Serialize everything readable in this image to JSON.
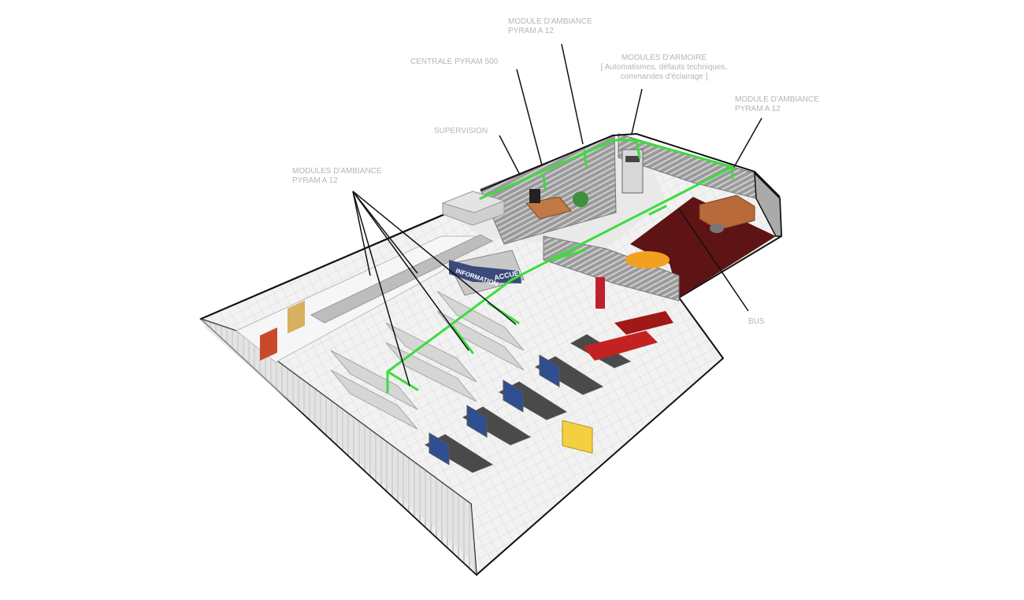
{
  "labels": {
    "module_top": [
      "MODULE D'AMBIANCE",
      "PYRAM A 12"
    ],
    "centrale": "CENTRALE PYRAM 500",
    "armoire": [
      "MODULES D'ARMOIRE",
      "[ Automatismes, défauts techniques,",
      "commandes d'éclairage ]"
    ],
    "module_right": [
      "MODULE D'AMBIANCE",
      "PYRAM A 12"
    ],
    "supervision": "SUPERVISION",
    "modules_left": [
      "MODULES D'AMBIANCE",
      "PYRAM A 12"
    ],
    "bus": "BUS"
  },
  "signs": {
    "accueil": "ACCUEIL",
    "information": "INFORMATION"
  },
  "colors": {
    "bus": "#3ddc3d",
    "wall": "#8a8a8a",
    "floor": "#eeeeee",
    "carpet": "#5e1414",
    "label": "#b5b5b5"
  }
}
